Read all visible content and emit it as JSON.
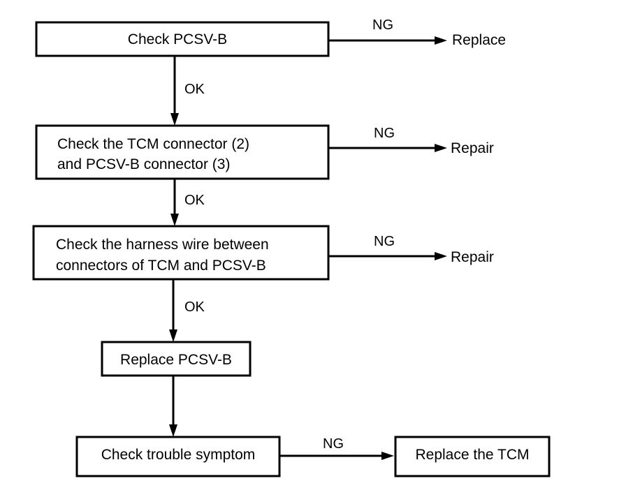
{
  "steps": {
    "check_pcsv_b": "Check PCSV-B",
    "check_connectors_line1": "Check the TCM connector (2)",
    "check_connectors_line2": "and PCSV-B connector (3)",
    "check_harness_line1": "Check the harness wire between",
    "check_harness_line2": "connectors of TCM and PCSV-B",
    "replace_pcsv_b": "Replace PCSV-B",
    "check_trouble_symptom": "Check trouble symptom",
    "replace_tcm": "Replace the TCM"
  },
  "outcomes": {
    "replace": "Replace",
    "repair_1": "Repair",
    "repair_2": "Repair"
  },
  "edge_labels": {
    "ok_1": "OK",
    "ok_2": "OK",
    "ok_3": "OK",
    "ng_1": "NG",
    "ng_2": "NG",
    "ng_3": "NG",
    "ng_4": "NG"
  }
}
